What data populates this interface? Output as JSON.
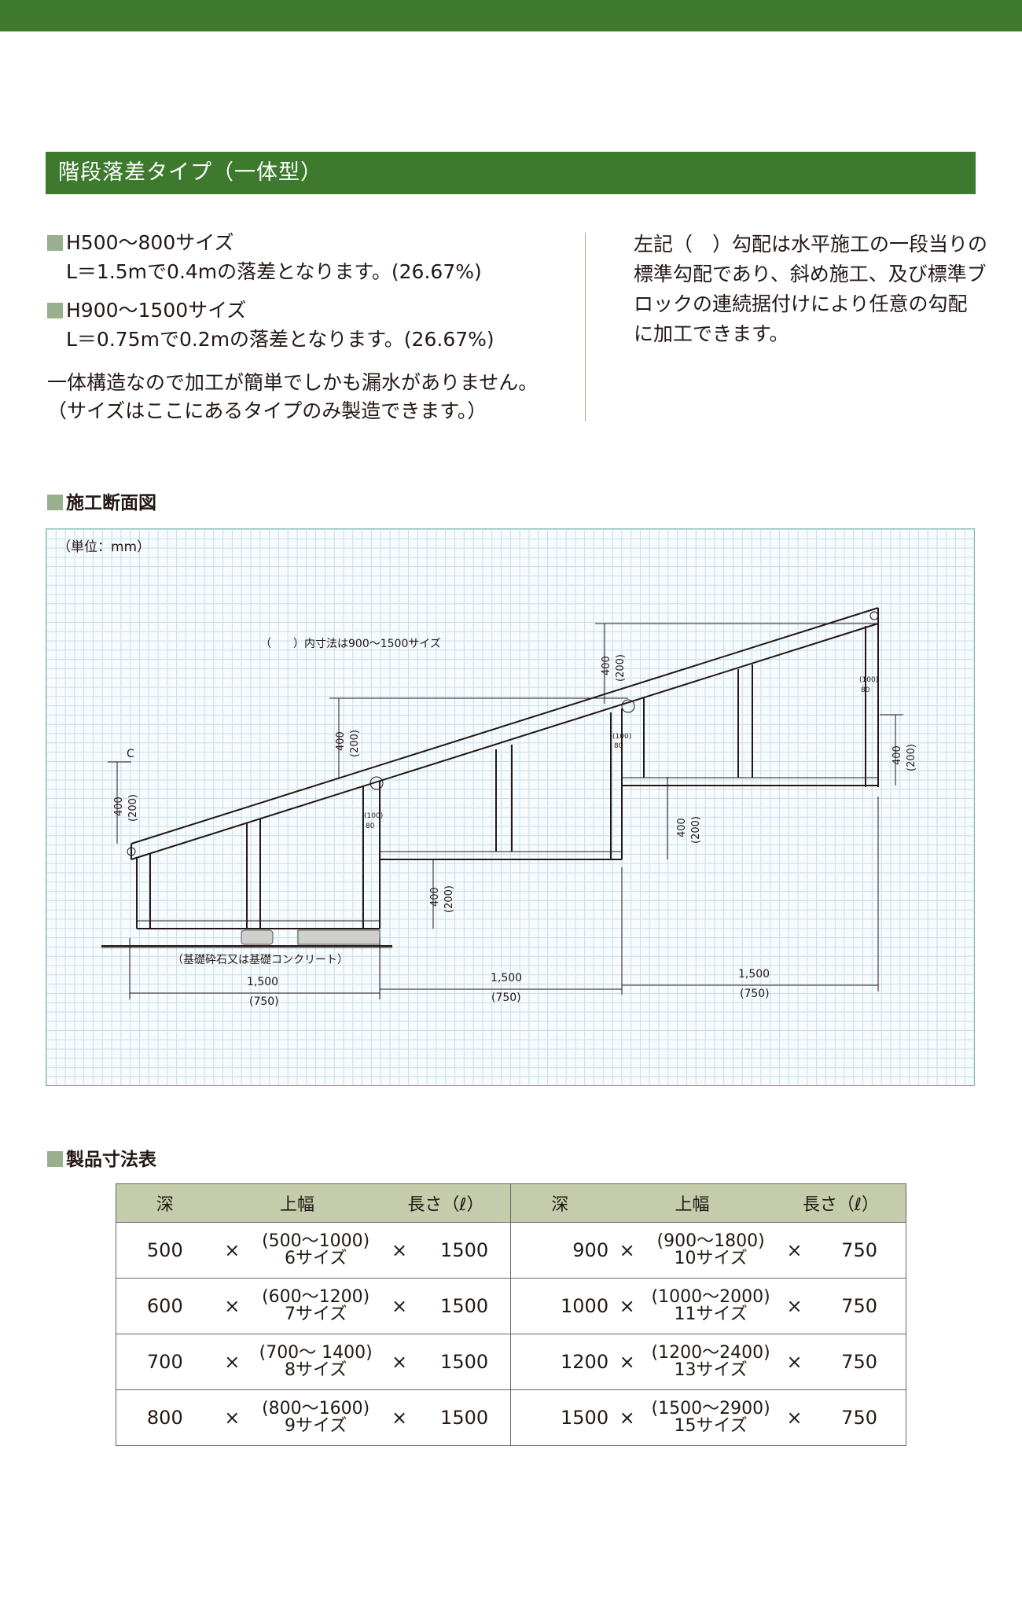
{
  "header": {
    "title": "階段落差タイプ（一体型）"
  },
  "intro": {
    "item1_title": "H500～800サイズ",
    "item1_text": "L＝1.5mで0.4mの落差となります。(26.67%)",
    "item2_title": "H900～1500サイズ",
    "item2_text": "L＝0.75mで0.2mの落差となります。(26.67%)",
    "note1": "一体構造なので加工が簡単でしかも漏水がありません。",
    "note2": "（サイズはここにあるタイプのみ製造できます。）",
    "right_lines": [
      "左記（　）勾配は水平施工の一段当りの",
      "標準勾配であり、斜め施工、及び標準ブ",
      "ロックの連続据付けにより任意の勾配",
      "に加工できます。"
    ]
  },
  "section_diagram": {
    "title": "施工断面図",
    "unit": "（単位：mm）",
    "note": "（　　）内寸法は900～1500サイズ",
    "label_c": "C",
    "base_label": "（基礎砕石又は基礎コンクリート）",
    "dim_400": "400",
    "dim_200": "(200)",
    "dim_1500": "1,500",
    "dim_750": "(750)",
    "dim_100": "(100)",
    "dim_80": "80"
  },
  "section_table": {
    "title": "製品寸法表",
    "headers": [
      "深",
      "上幅",
      "長さ（ℓ）",
      "深",
      "上幅",
      "長さ（ℓ）"
    ],
    "times": "×",
    "rows": [
      {
        "d1": "500",
        "w1": "(500～1000)",
        "s1": "6サイズ",
        "l1": "1500",
        "d2": "900",
        "w2": "(900～1800)",
        "s2": "10サイズ",
        "l2": "750"
      },
      {
        "d1": "600",
        "w1": "(600～1200)",
        "s1": "7サイズ",
        "l1": "1500",
        "d2": "1000",
        "w2": "(1000～2000)",
        "s2": "11サイズ",
        "l2": "750"
      },
      {
        "d1": "700",
        "w1": "(700～ 1400)",
        "s1": "8サイズ",
        "l1": "1500",
        "d2": "1200",
        "w2": "(1200～2400)",
        "s2": "13サイズ",
        "l2": "750"
      },
      {
        "d1": "800",
        "w1": "(800～1600)",
        "s1": "9サイズ",
        "l1": "1500",
        "d2": "1500",
        "w2": "(1500～2900)",
        "s2": "15サイズ",
        "l2": "750"
      }
    ]
  },
  "colors": {
    "brand_green": "#3d7a2e",
    "table_header": "#c4ccac",
    "bullet": "#9aaf8e"
  }
}
